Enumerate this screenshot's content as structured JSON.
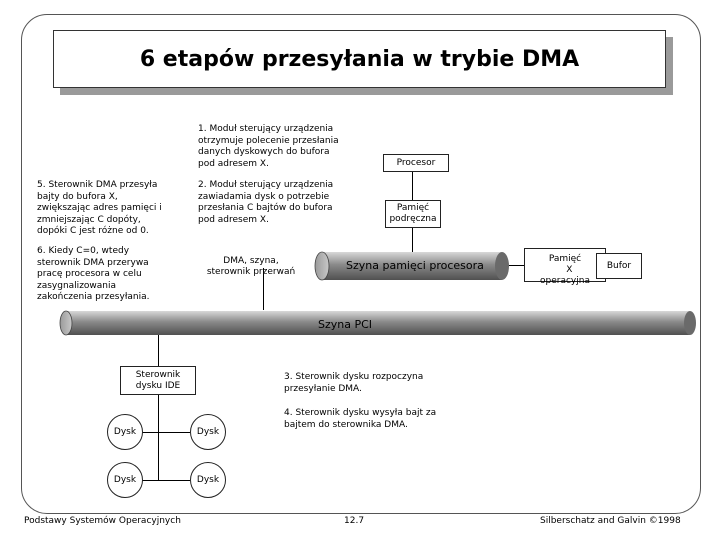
{
  "title": "6 etapów przesyłania w trybie DMA",
  "steps": {
    "s1": "1. Moduł sterujący urządzenia\n   otrzymuje polecenie przesłania\n   danych dyskowych do bufora\n   pod adresem X.",
    "s2": "2. Moduł sterujący urządzenia\n   zawiadamia dysk o potrzebie\n   przesłania C bajtów do bufora\n   pod adresem X.",
    "s3": "3. Sterownik dysku rozpoczyna\n   przesyłanie DMA.",
    "s4": "4. Sterownik dysku wysyła bajt za\n   bajtem do sterownika DMA.",
    "s5": "5. Sterownik DMA przesyła\n   bajty do bufora X,\n   zwiększając adres pamięci i\n   zmniejszając C dopóty,\n   dopóki C jest różne od 0.",
    "s6": "6. Kiedy C=0, wtedy\n   sterownik DMA przerywa\n   pracę procesora w celu\n   zasygnalizowania\n   zakończenia przesyłania."
  },
  "boxes": {
    "cpu": "Procesor",
    "cache": "Pamięć\npodręczna",
    "dma": "DMA, szyna,\nsterownik przerwań",
    "memory_label": "Pamięć",
    "memory_x": "X",
    "memory_sub": "operacyjna",
    "buffer": "Bufor",
    "ide": "Sterownik\ndysku IDE"
  },
  "disks": [
    "Dysk",
    "Dysk",
    "Dysk",
    "Dysk"
  ],
  "buses": {
    "memory_bus": "Szyna pamięci procesora",
    "pci_bus": "Szyna PCI"
  },
  "footer": {
    "left": "Podstawy Systemów Operacyjnych",
    "center": "12.7",
    "right": "Silberschatz and Galvin ©1998"
  }
}
